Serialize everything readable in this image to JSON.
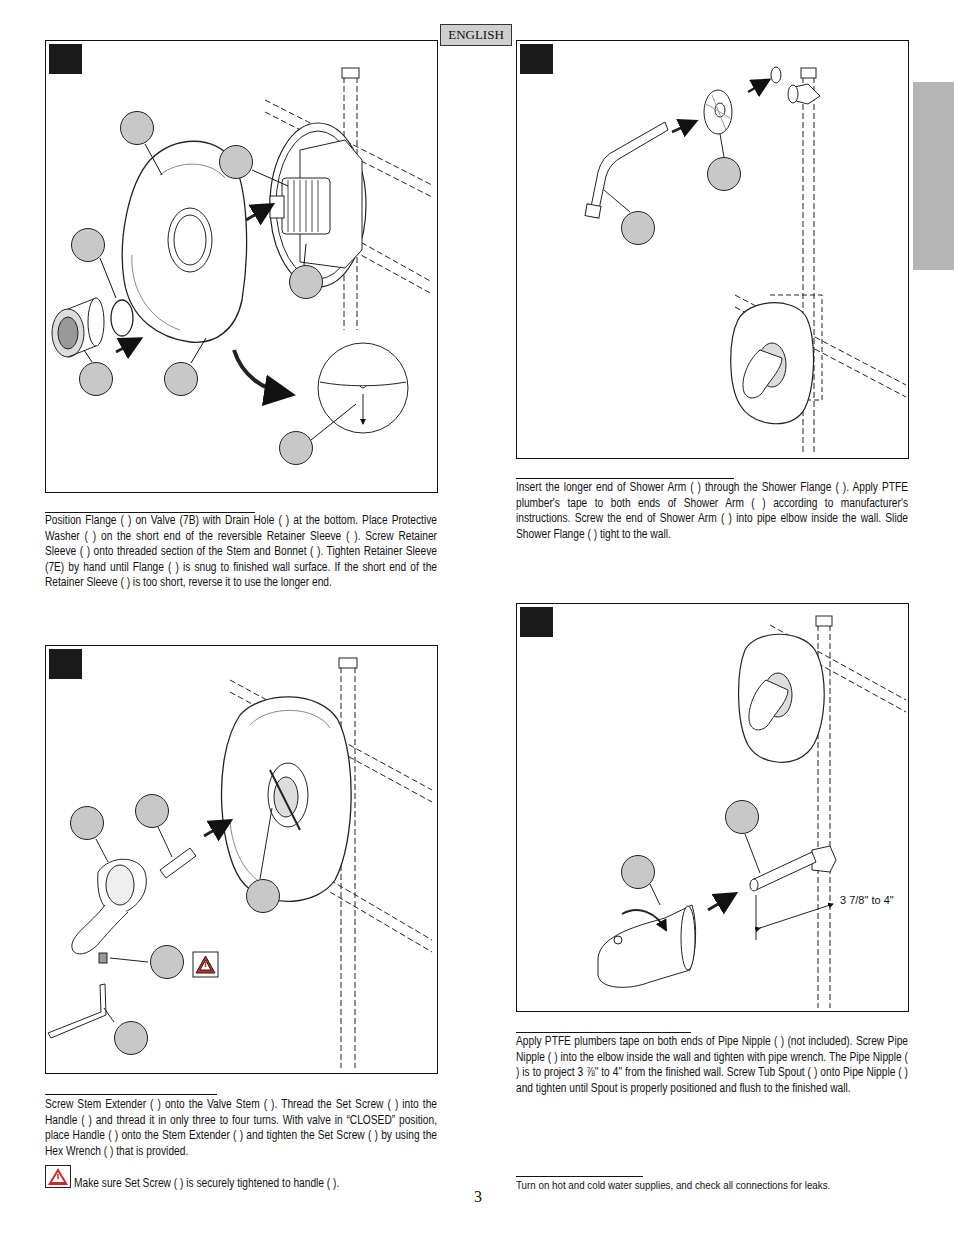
{
  "diagram": {
    "nodes": [
      {
        "text": [
          "ENGLISH"
        ]
      }
    ],
    "labels": [
      "Position Flange ( ) on Valve (7B) with Drain Hole ( ) at the bottom. Place Protective Washer ( ) on the short end of the reversible Retainer Sleeve ( ). Screw Retainer Sleeve ( ) onto threaded section of the Stem and Bonnet ( ). Tighten Retainer Sleeve (7E) by hand until Flange ( ) is snug to finished wall surface. If the short end of the Retainer Sleeve ( ) is too short, reverse it to use the longer end.",
      "Screw Stem Extender ( ) onto the Valve Stem ( ). Thread the Set Screw ( ) into the Handle ( ) and thread it in only three to four turns. With valve in “CLOSED” position, place Handle ( ) onto the Stem Extender ( ) and tighten the Set Screw ( ) by using the Hex Wrench ( ) that is provided.",
      "Make sure Set Screw ( ) is securely tightened to handle ( ).",
      "Insert the longer end of Shower Arm ( ) through the Shower Flange ( ). Apply PTFE plumber's tape to both ends of Shower Arm ( ) according to manufacturer's instructions. Screw the end of Shower Arm ( ) into pipe elbow inside the wall. Slide Shower Flange ( ) tight to the wall.",
      "Apply PTFE plumbers tape on both ends of Pipe Nipple ( ) (not included). Screw Pipe Nipple ( ) into the elbow inside the wall and tighten with pipe wrench. The Pipe Nipple ( ) is to project 3 ⅞\" to 4\" from the finished wall. Screw Tub Spout ( ) onto Pipe Nipple ( ) and tighten until Spout is properly positioned and flush to the finished wall.",
      "Turn on hot and cold water supplies, and check all connections for leaks.",
      "3",
      "3 7/8\" to 4\""
    ]
  }
}
